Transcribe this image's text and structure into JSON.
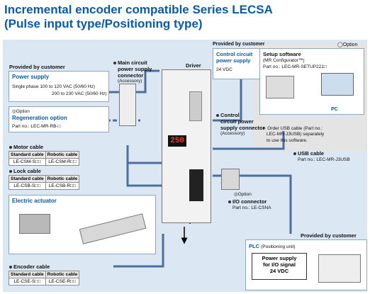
{
  "title": {
    "line1": "Incremental encoder compatible  Series LECSA",
    "line2": "(Pulse input type/Positioning type)"
  },
  "colors": {
    "accent": "#0a5aa5",
    "panel": "#dbe8f3",
    "wire": "#4a6f9e"
  },
  "provided_customer_top": "Provided by customer",
  "option_top": "Option",
  "power_supply": {
    "header": "Provided by customer",
    "title": "Power supply",
    "line1": "Single phase 100 to 120 VAC (50/60 Hz)",
    "line2": "200 to 230 VAC (50/60 Hz)"
  },
  "regen": {
    "option": "Option",
    "title": "Regeneration option",
    "part": "Part no.: LEC-MR-RB-□"
  },
  "main_circuit": {
    "l1": "Main circuit",
    "l2": "power supply",
    "l3": "connector",
    "acc": "(Accessory)"
  },
  "driver": {
    "label": "Driver",
    "display": "250"
  },
  "control_psu": {
    "title1": "Control circuit",
    "title2": "power supply",
    "volt": "24 VDC"
  },
  "control_conn": {
    "l1": "Control",
    "l2": "circuit power",
    "l3": "supply connector",
    "acc": "(Accessory)"
  },
  "setup": {
    "title": "Setup software",
    "sub": "(MR Configurator™)",
    "part": "Part no.: LEC-MR-SETUP221□",
    "pc": "PC",
    "note1": "∗ Order USB cable (Part no.:",
    "note2": "LEC-MR-J3USB)  separately",
    "note3": "to use this software."
  },
  "usb": {
    "title": "USB cable",
    "part": "Part no.: LEC-MR-J3USB"
  },
  "io": {
    "option": "Option",
    "title": "I/O connector",
    "part": "Part no.: LE-CSNA"
  },
  "motor_cable": {
    "title": "Motor cable",
    "h1": "Standard cable",
    "h2": "Robotic cable",
    "v1": "LE-CSM-S□□",
    "v2": "LE-CSM-R□□"
  },
  "lock_cable": {
    "title": "Lock cable",
    "h1": "Standard cable",
    "h2": "Robotic cable",
    "v1": "LE-CSB-S□□",
    "v2": "LE-CSB-R□□"
  },
  "encoder_cable": {
    "title": "Encoder cable",
    "h1": "Standard cable",
    "h2": "Robotic cable",
    "v1": "LE-CSE-S□□",
    "v2": "LE-CSE-R□□"
  },
  "actuator": {
    "title": "Electric actuator"
  },
  "plc": {
    "header": "Provided by customer",
    "title": "PLC",
    "sub": "(Positioning unit)",
    "psu1": "Power supply",
    "psu2": "for I/O signal",
    "psu3": "24 VDC"
  }
}
